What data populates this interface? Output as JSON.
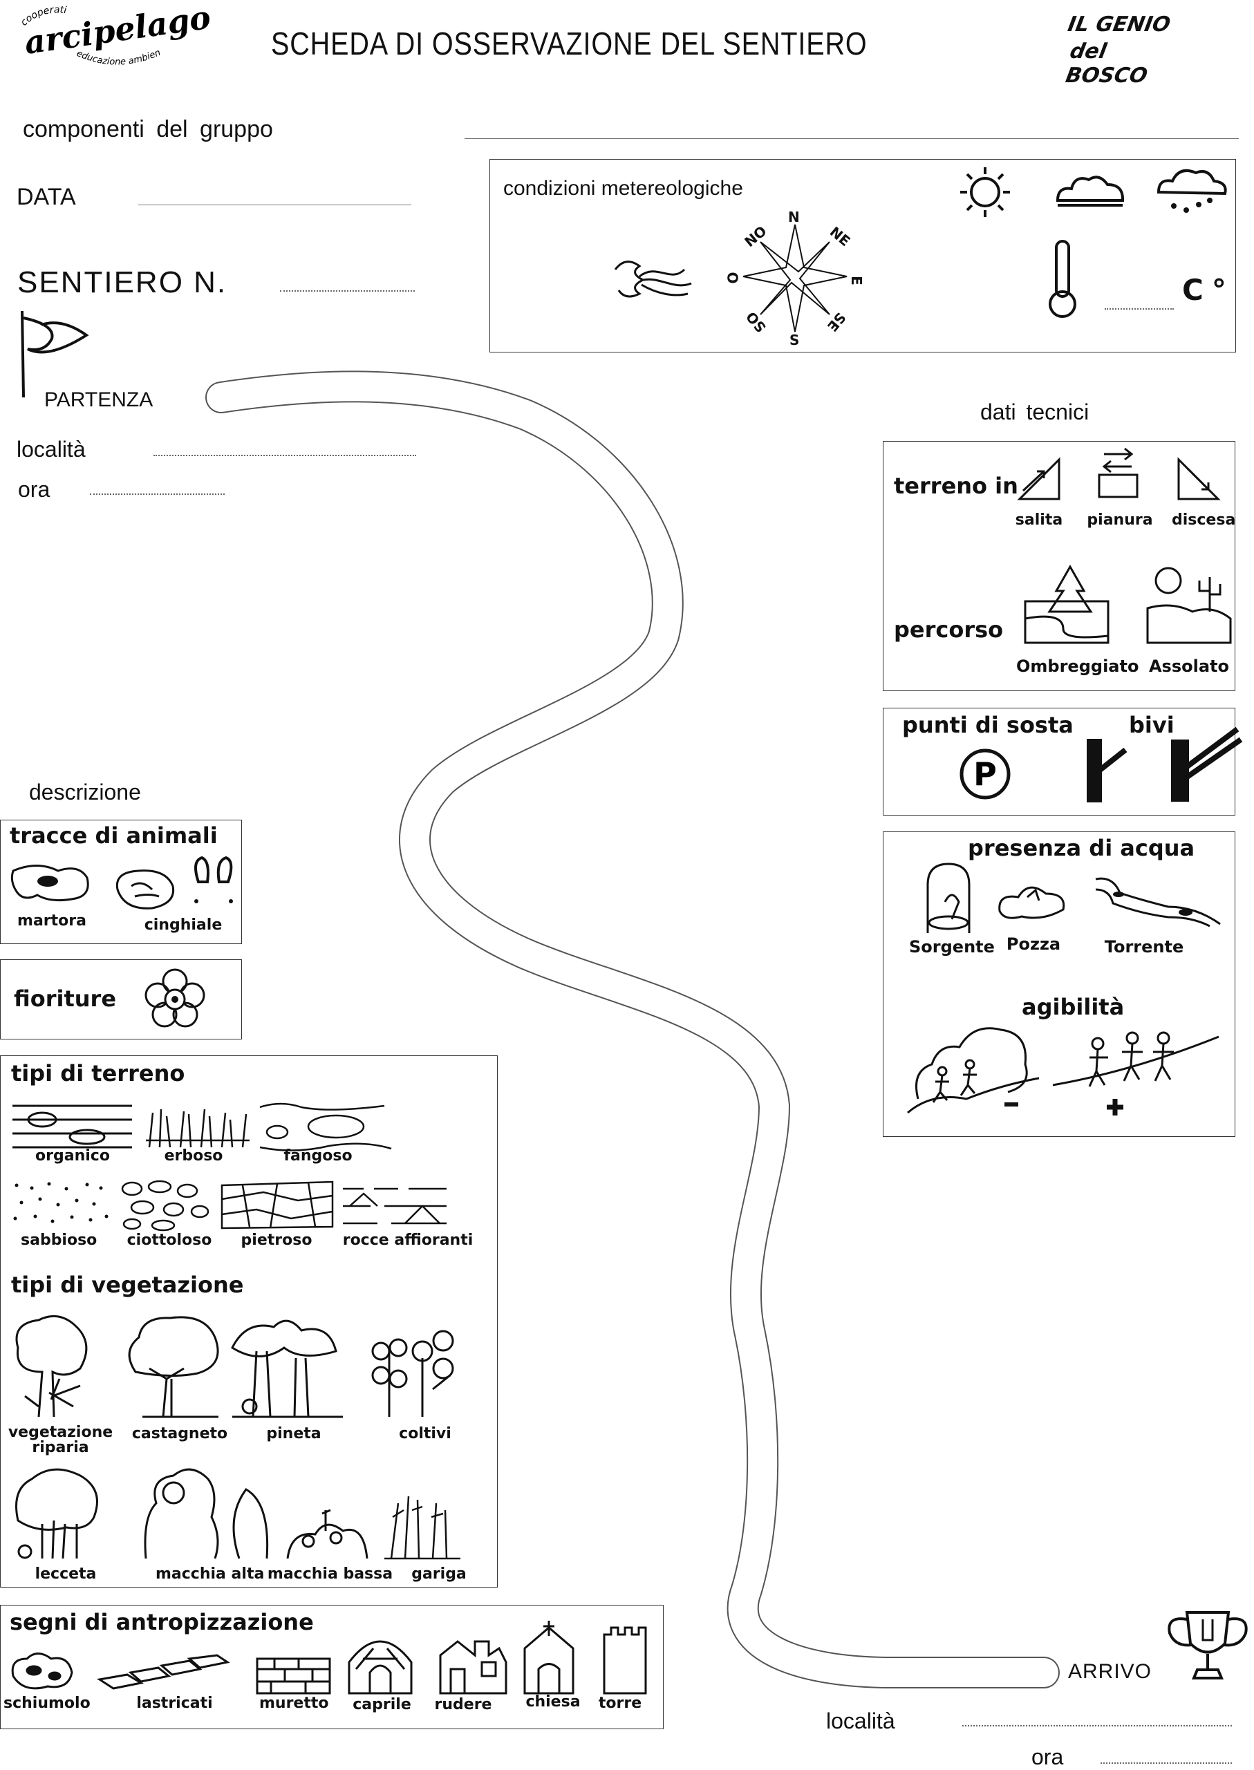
{
  "header": {
    "logo_top": "cooperativa",
    "logo_main": "arcipelago",
    "logo_bottom": "educazione ambientale",
    "title": "SCHEDA DI OSSERVAZIONE DEL SENTIERO",
    "brand_line1": "IL GENIO",
    "brand_line2": "del BOSCO"
  },
  "form": {
    "group_label": "componenti del gruppo",
    "date_label": "DATA",
    "trail_label": "SENTIERO N.",
    "start_label": "PARTENZA",
    "place_label": "località",
    "time_label": "ora",
    "end_label": "ARRIVO",
    "end_place_label": "località",
    "end_time_label": "ora"
  },
  "weather": {
    "title": "condizioni metereologiche",
    "compass": [
      "N",
      "NE",
      "E",
      "SE",
      "S",
      "SO",
      "O",
      "NO"
    ],
    "degrees": "C°"
  },
  "technical": {
    "title": "dati tecnici",
    "terrain_label": "terreno in",
    "terrain_options": [
      "salita",
      "pianura",
      "discesa"
    ],
    "route_label": "percorso",
    "route_options": [
      "Ombreggiato",
      "Assolato"
    ],
    "stops_label": "punti di sosta",
    "forks_label": "bivi",
    "water_label": "presenza di acqua",
    "water_options": [
      "Sorgente",
      "Pozza",
      "Torrente"
    ],
    "agility_label": "agibilità"
  },
  "description": {
    "title": "descrizione",
    "tracks_label": "tracce di animali",
    "tracks_items": [
      "martora",
      "cinghiale"
    ],
    "flowers_label": "fioriture",
    "soil_label": "tipi di terreno",
    "soil_items": [
      "organico",
      "erboso",
      "fangoso",
      "sabbioso",
      "ciottoloso",
      "pietroso",
      "rocce affioranti"
    ],
    "veg_label": "tipi di vegetazione",
    "veg_items": [
      "vegetazione riparia",
      "castagneto",
      "pineta",
      "coltivi",
      "lecceta",
      "macchia alta",
      "macchia bassa",
      "gariga"
    ],
    "human_label": "segni di antropizzazione",
    "human_items": [
      "schiumolo",
      "lastricati",
      "muretto",
      "caprile",
      "rudere",
      "chiesa",
      "torre"
    ]
  }
}
